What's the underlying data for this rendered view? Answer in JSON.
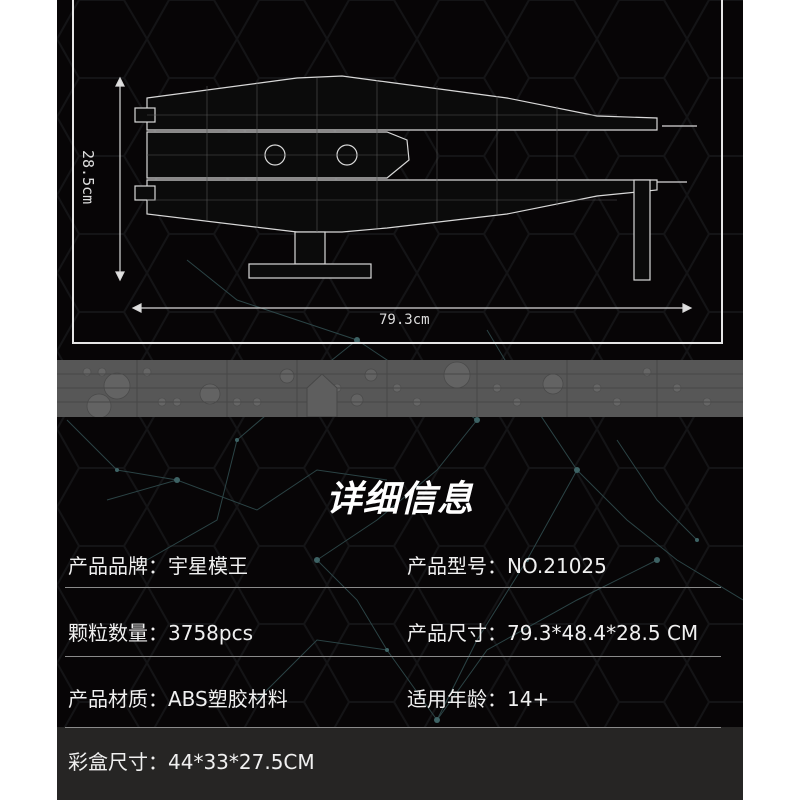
{
  "blueprint": {
    "height_label": "28.5cm",
    "width_label": "79.3cm"
  },
  "section_title": "详细信息",
  "specs": [
    {
      "label": "产品品牌：",
      "value": "宇星模王"
    },
    {
      "label": "产品型号：",
      "value": "NO.21025"
    },
    {
      "label": "颗粒数量：",
      "value": "3758pcs"
    },
    {
      "label": "产品尺寸：",
      "value": "79.3*48.4*28.5 CM"
    },
    {
      "label": "产品材质：",
      "value": "ABS塑胶材料"
    },
    {
      "label": "适用年龄：",
      "value": "14+"
    },
    {
      "label": "彩盒尺寸：",
      "value": "44*33*27.5CM"
    }
  ],
  "colors": {
    "background": "#070506",
    "line": "#e6e6e6",
    "brick": "#5a5a5a",
    "bottom_band": "#262524",
    "network_line": "#3b5a5c"
  }
}
